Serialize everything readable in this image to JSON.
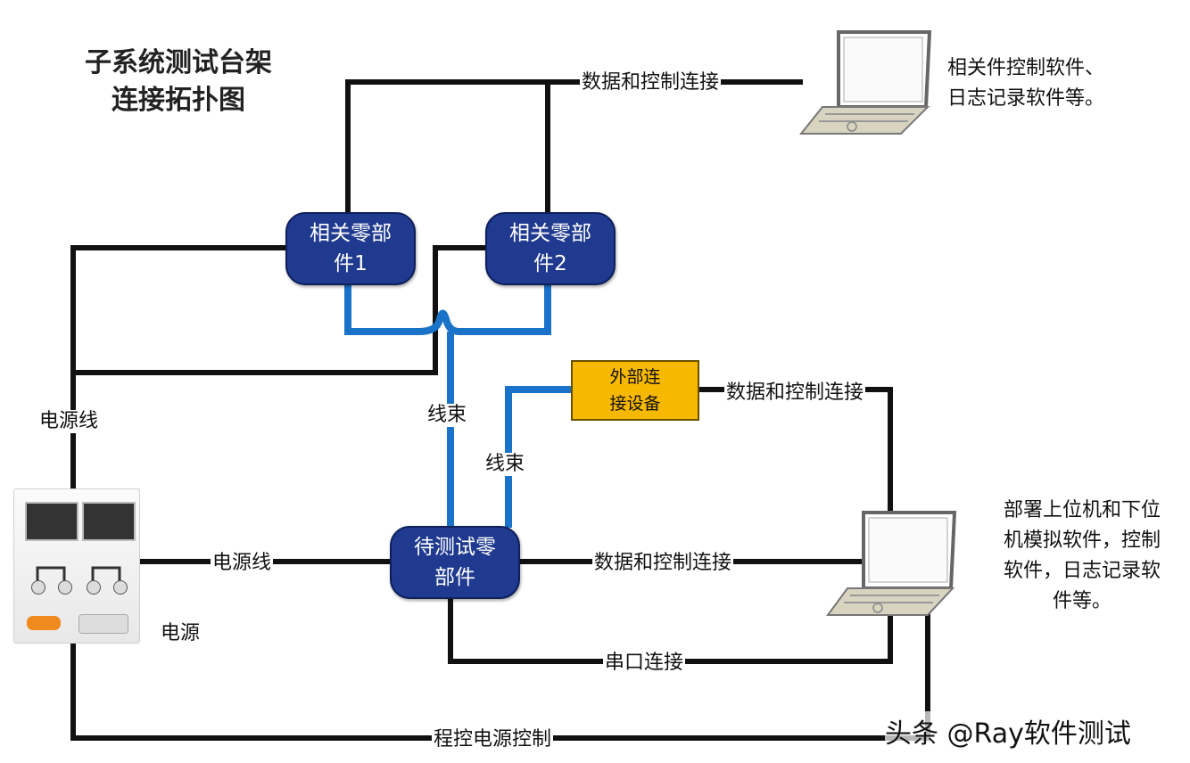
{
  "title": {
    "line1": "子系统测试台架",
    "line2": "连接拓扑图"
  },
  "nodes": {
    "part1": {
      "line1": "相关零部",
      "line2": "件1"
    },
    "part2": {
      "line1": "相关零部",
      "line2": "件2"
    },
    "dut": {
      "line1": "待测试零",
      "line2": "部件"
    },
    "external": {
      "line1": "外部连",
      "line2": "接设备"
    }
  },
  "labels": {
    "data_ctrl_top": "数据和控制连接",
    "data_ctrl_ext": "数据和控制连接",
    "data_ctrl_mid": "数据和控制连接",
    "power_line_left": "电源线",
    "power_line_mid": "电源线",
    "harness_1": "线束",
    "harness_2": "线束",
    "serial": "串口连接",
    "prog_power": "程控电源控制",
    "power_supply": "电源"
  },
  "notes": {
    "laptop_top": {
      "line1": "相关件控制软件、",
      "line2": "日志记录软件等。"
    },
    "laptop_bottom": {
      "line1": "部署上位机和下位",
      "line2": "机模拟软件，控制",
      "line3": "软件，日志记录软",
      "line4": "件等。"
    }
  },
  "watermark": "头条 @Ray软件测试",
  "colors": {
    "node_fill": "#1f3a8f",
    "harness": "#1a73c9",
    "wire": "#111111",
    "external_fill": "#f7b800"
  }
}
